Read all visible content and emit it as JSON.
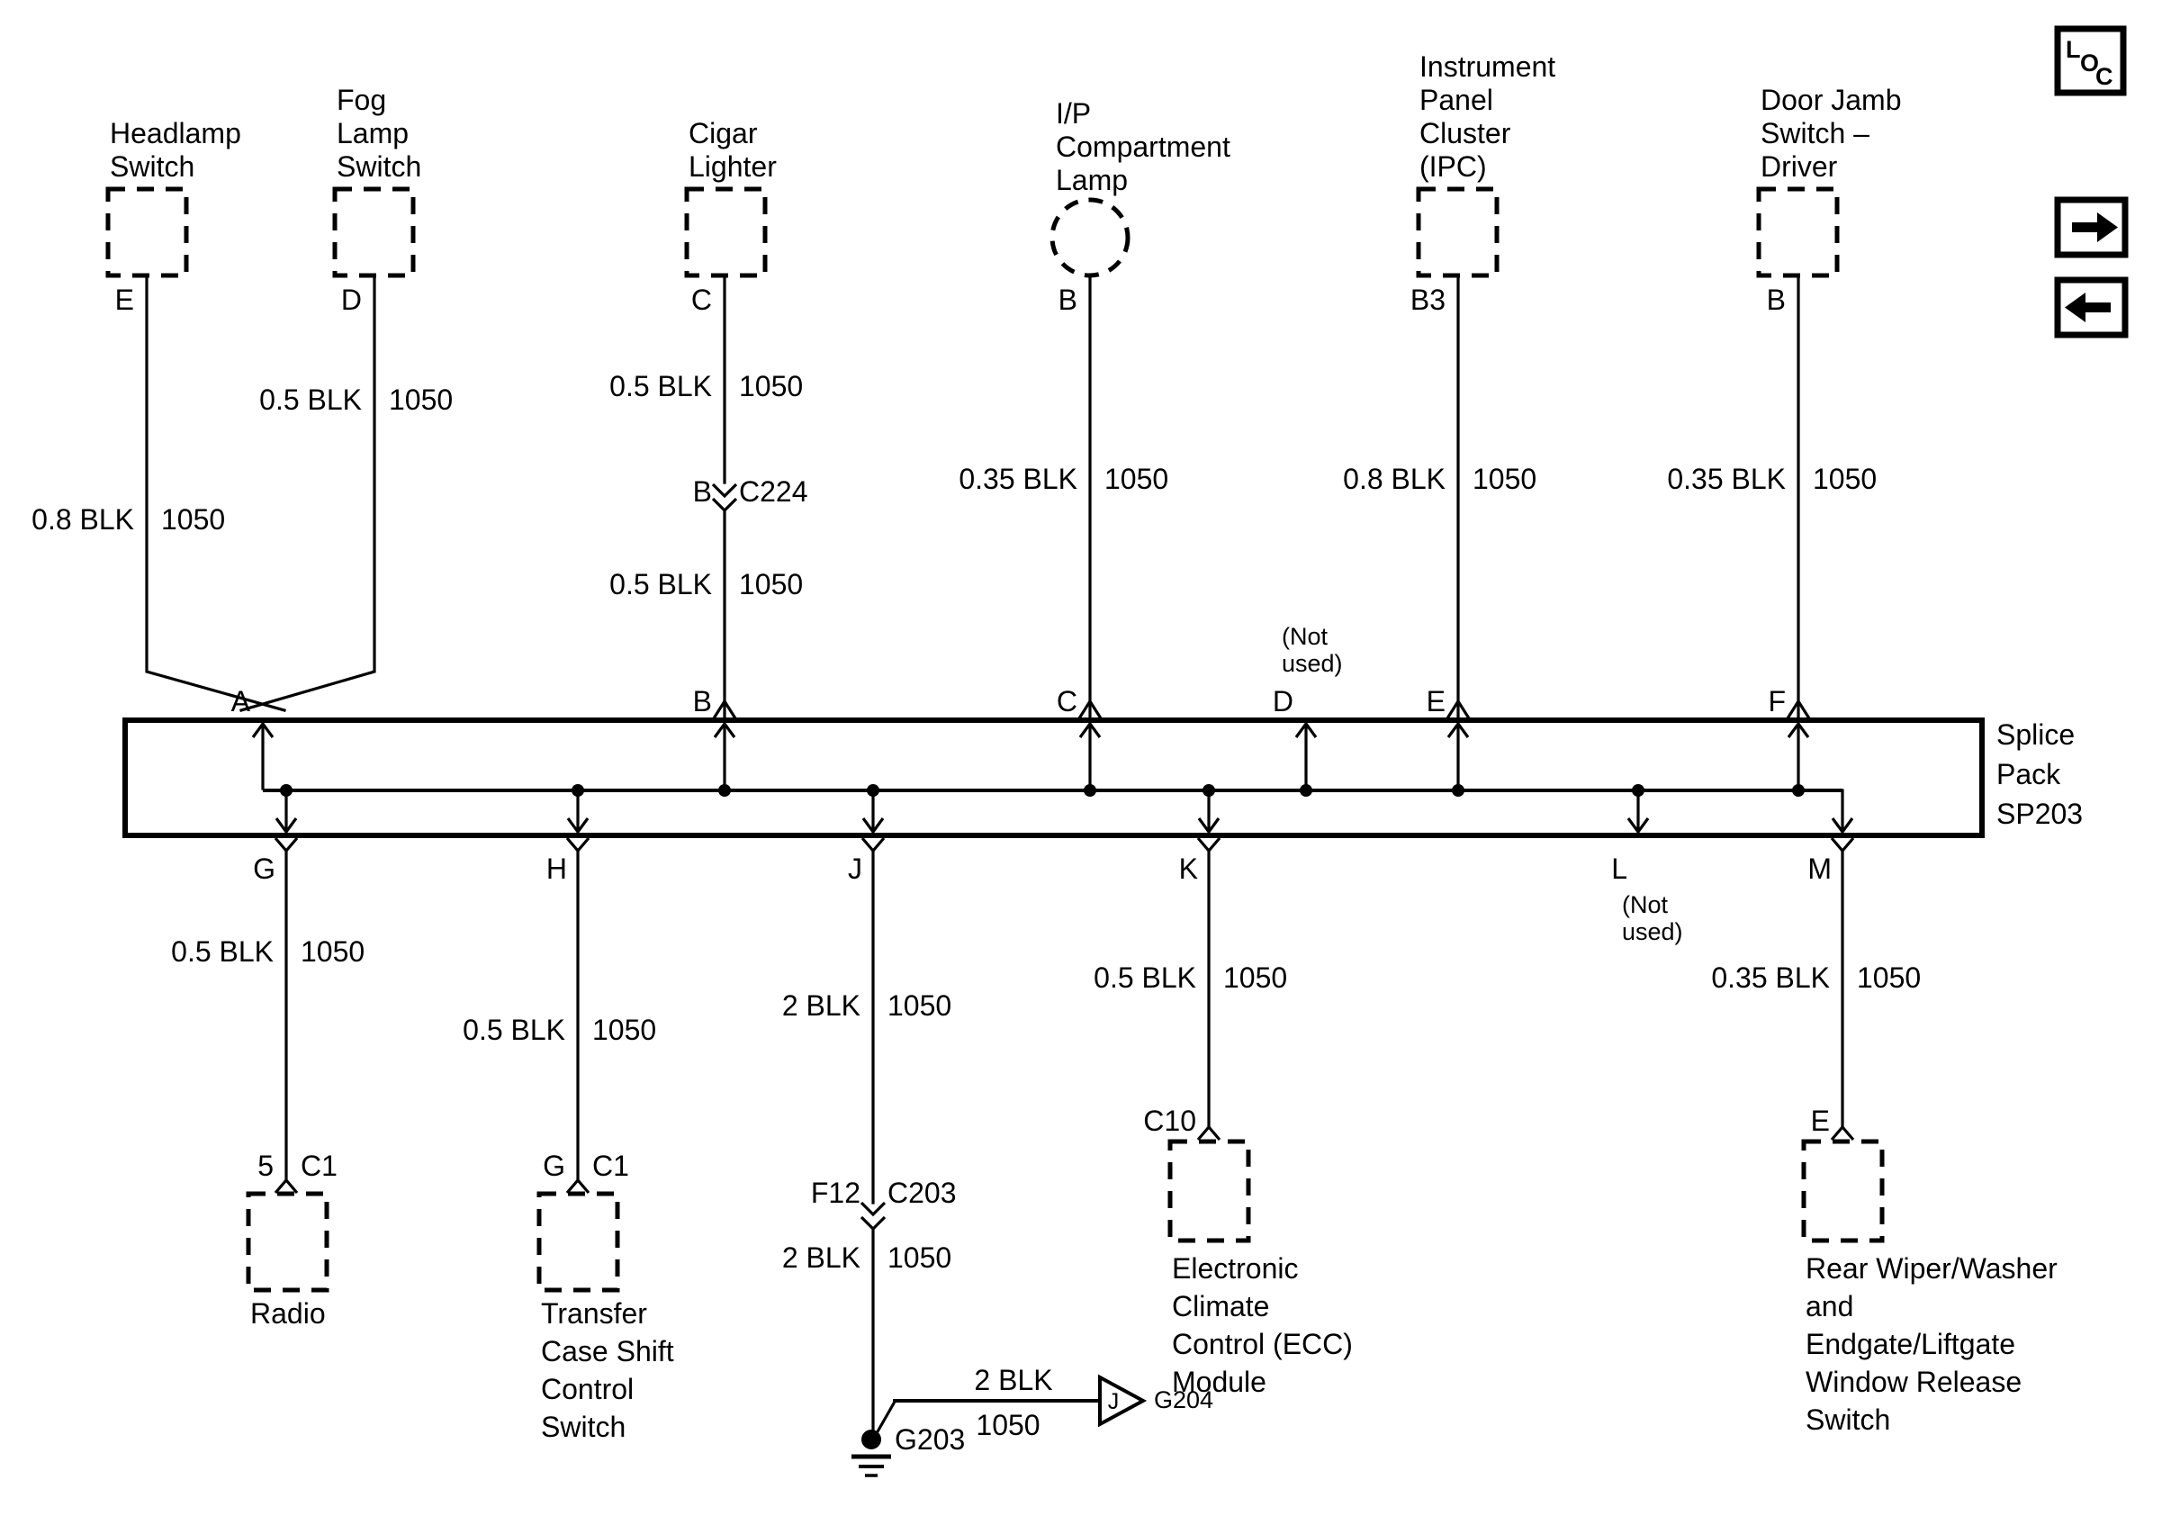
{
  "loc_icon": {
    "letters": [
      "L",
      "O",
      "C"
    ]
  },
  "top_components": [
    {
      "name_lines": [
        "Headlamp",
        "Switch"
      ],
      "pin": "E",
      "wire_label": {
        "size_color": "0.8 BLK",
        "circuit": "1050"
      }
    },
    {
      "name_lines": [
        "Fog",
        "Lamp",
        "Switch"
      ],
      "pin": "D",
      "wire_label": {
        "size_color": "0.5 BLK",
        "circuit": "1050"
      }
    },
    {
      "name_lines": [
        "Cigar",
        "Lighter"
      ],
      "pin": "C",
      "wire_label_upper": {
        "size_color": "0.5 BLK",
        "circuit": "1050"
      },
      "inline_connector": {
        "pin": "B",
        "name": "C224"
      },
      "wire_label_lower": {
        "size_color": "0.5 BLK",
        "circuit": "1050"
      }
    },
    {
      "name_lines": [
        "I/P",
        "Compartment",
        "Lamp"
      ],
      "pin": "B",
      "wire_label": {
        "size_color": "0.35 BLK",
        "circuit": "1050"
      }
    },
    {
      "name_lines": [
        "Instrument",
        "Panel",
        "Cluster",
        "(IPC)"
      ],
      "pin": "B3",
      "wire_label": {
        "size_color": "0.8 BLK",
        "circuit": "1050"
      }
    },
    {
      "name_lines": [
        "Door Jamb",
        "Switch –",
        "Driver"
      ],
      "pin": "B",
      "wire_label": {
        "size_color": "0.35 BLK",
        "circuit": "1050"
      }
    }
  ],
  "splice_pack": {
    "name_lines": [
      "Splice",
      "Pack",
      "SP203"
    ],
    "top_terminals": [
      "A",
      "B",
      "C",
      "D",
      "E",
      "F"
    ],
    "bottom_terminals": [
      "G",
      "H",
      "J",
      "K",
      "L",
      "M"
    ],
    "not_used": [
      "(Not",
      "used)"
    ]
  },
  "bottom_branches": [
    {
      "terminal": "G",
      "wire_label": {
        "size_color": "0.5 BLK",
        "circuit": "1050"
      },
      "pin": "5",
      "connector": "C1",
      "component_lines": [
        "Radio"
      ]
    },
    {
      "terminal": "H",
      "wire_label": {
        "size_color": "0.5 BLK",
        "circuit": "1050"
      },
      "pin": "G",
      "connector": "C1",
      "component_lines": [
        "Transfer",
        "Case Shift",
        "Control",
        "Switch"
      ]
    },
    {
      "terminal": "J",
      "wire_label_upper": {
        "size_color": "2 BLK",
        "circuit": "1050"
      },
      "inline_connector": {
        "pin": "F12",
        "name": "C203"
      },
      "wire_label_lower": {
        "size_color": "2 BLK",
        "circuit": "1050"
      },
      "ground": "G203",
      "jumper": {
        "size_color": "2 BLK",
        "circuit": "1050",
        "target_pin": "J",
        "target_ground": "G204"
      }
    },
    {
      "terminal": "K",
      "wire_label": {
        "size_color": "0.5 BLK",
        "circuit": "1050"
      },
      "pin": "C10",
      "component_lines": [
        "Electronic",
        "Climate",
        "Control (ECC)",
        "Module"
      ]
    },
    {
      "terminal": "M",
      "wire_label": {
        "size_color": "0.35 BLK",
        "circuit": "1050"
      },
      "pin": "E",
      "component_lines": [
        "Rear Wiper/Washer",
        "and",
        "Endgate/Liftgate",
        "Window Release",
        "Switch"
      ]
    }
  ]
}
